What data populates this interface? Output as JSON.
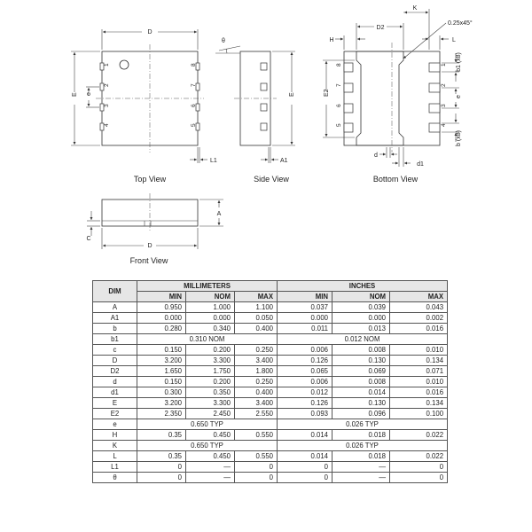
{
  "views": {
    "top": "Top View",
    "side": "Side View",
    "bottom": "Bottom View",
    "front": "Front View"
  },
  "labels": {
    "D": "D",
    "E": "E",
    "e": "e",
    "L1": "L1",
    "theta": "θ",
    "A1": "A1",
    "A": "A",
    "C": "C",
    "D2": "D2",
    "K": "K",
    "H": "H",
    "L": "L",
    "chamfer": "0.25x45°",
    "E2": "E2",
    "b1x8": "b1 (x8)",
    "bx8": "b (x8)",
    "d": "d",
    "d1": "d1"
  },
  "pins": {
    "left": [
      "1",
      "2",
      "3",
      "4"
    ],
    "right": [
      "8",
      "7",
      "6",
      "5"
    ]
  },
  "table": {
    "dim_header": "DIM",
    "mm_header": "MILLIMETERS",
    "in_header": "INCHES",
    "sub_headers": [
      "MIN",
      "NOM",
      "MAX",
      "MIN",
      "NOM",
      "MAX"
    ],
    "rows": [
      {
        "dim": "A",
        "cells": [
          "0.950",
          "1.000",
          "1.100",
          "0.037",
          "0.039",
          "0.043"
        ]
      },
      {
        "dim": "A1",
        "cells": [
          "0.000",
          "0.000",
          "0.050",
          "0.000",
          "0.000",
          "0.002"
        ]
      },
      {
        "dim": "b",
        "cells": [
          "0.280",
          "0.340",
          "0.400",
          "0.011",
          "0.013",
          "0.016"
        ]
      },
      {
        "dim": "b1",
        "mm_span": "0.310 NOM",
        "in_span": "0.012 NOM"
      },
      {
        "dim": "c",
        "cells": [
          "0.150",
          "0.200",
          "0.250",
          "0.006",
          "0.008",
          "0.010"
        ]
      },
      {
        "dim": "D",
        "cells": [
          "3.200",
          "3.300",
          "3.400",
          "0.126",
          "0.130",
          "0.134"
        ]
      },
      {
        "dim": "D2",
        "cells": [
          "1.650",
          "1.750",
          "1.800",
          "0.065",
          "0.069",
          "0.071"
        ]
      },
      {
        "dim": "d",
        "cells": [
          "0.150",
          "0.200",
          "0.250",
          "0.006",
          "0.008",
          "0.010"
        ]
      },
      {
        "dim": "d1",
        "cells": [
          "0.300",
          "0.350",
          "0.400",
          "0.012",
          "0.014",
          "0.016"
        ]
      },
      {
        "dim": "E",
        "cells": [
          "3.200",
          "3.300",
          "3.400",
          "0.126",
          "0.130",
          "0.134"
        ]
      },
      {
        "dim": "E2",
        "cells": [
          "2.350",
          "2.450",
          "2.550",
          "0.093",
          "0.096",
          "0.100"
        ]
      },
      {
        "dim": "e",
        "mm_span": "0.650 TYP",
        "in_span": "0.026 TYP"
      },
      {
        "dim": "H",
        "cells": [
          "0.35",
          "0.450",
          "0.550",
          "0.014",
          "0.018",
          "0.022"
        ]
      },
      {
        "dim": "K",
        "mm_span": "0.650 TYP",
        "in_span": "0.026 TYP"
      },
      {
        "dim": "L",
        "cells": [
          "0.35",
          "0.450",
          "0.550",
          "0.014",
          "0.018",
          "0.022"
        ]
      },
      {
        "dim": "L1",
        "cells": [
          "0",
          "—",
          "0",
          "0",
          "—",
          "0"
        ]
      },
      {
        "dim": "θ",
        "cells": [
          "0",
          "—",
          "0",
          "0",
          "—",
          "0"
        ]
      }
    ]
  }
}
